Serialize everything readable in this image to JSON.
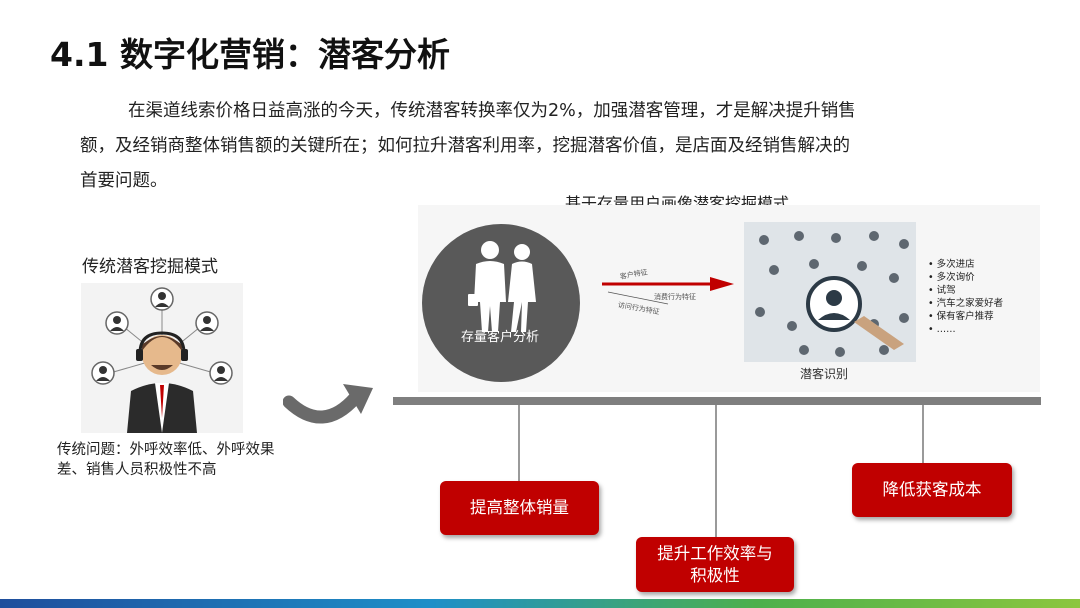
{
  "slide": {
    "title": "4.1 数字化营销：潜客分析",
    "intro_lines": [
      "在渠道线索价格日益高涨的今天，传统潜客转换率仅为2%，加强潜客管理，才是解决提升销售",
      "额，及经销商整体销售额的关键所在；如何拉升潜客利用率，挖掘潜客价值，是店面及经销售解决的",
      "首要问题。"
    ]
  },
  "traditional": {
    "title": "传统潜客挖掘模式",
    "caption": "传统问题：外呼效率低、外呼效果差、销售人员积极性不高"
  },
  "new_model": {
    "title": "基于存量用户画像潜客挖掘模式",
    "circle_label": "存量客户分析",
    "arrow_labels": [
      "客户特征",
      "消费行为特征",
      "访问行为特征"
    ],
    "photo_label": "潜客识别",
    "bullets": [
      "多次进店",
      "多次询价",
      "试驾",
      "汽车之家爱好者",
      "保有客户推荐",
      "……"
    ]
  },
  "outcomes": {
    "box1": "提高整体销量",
    "box2_line1": "提升工作效率与",
    "box2_line2": "积极性",
    "box3": "降低获客成本"
  },
  "colors": {
    "accent_red": "#c00000",
    "circle_gray": "#595959",
    "timeline_gray": "#7f7f7f"
  }
}
